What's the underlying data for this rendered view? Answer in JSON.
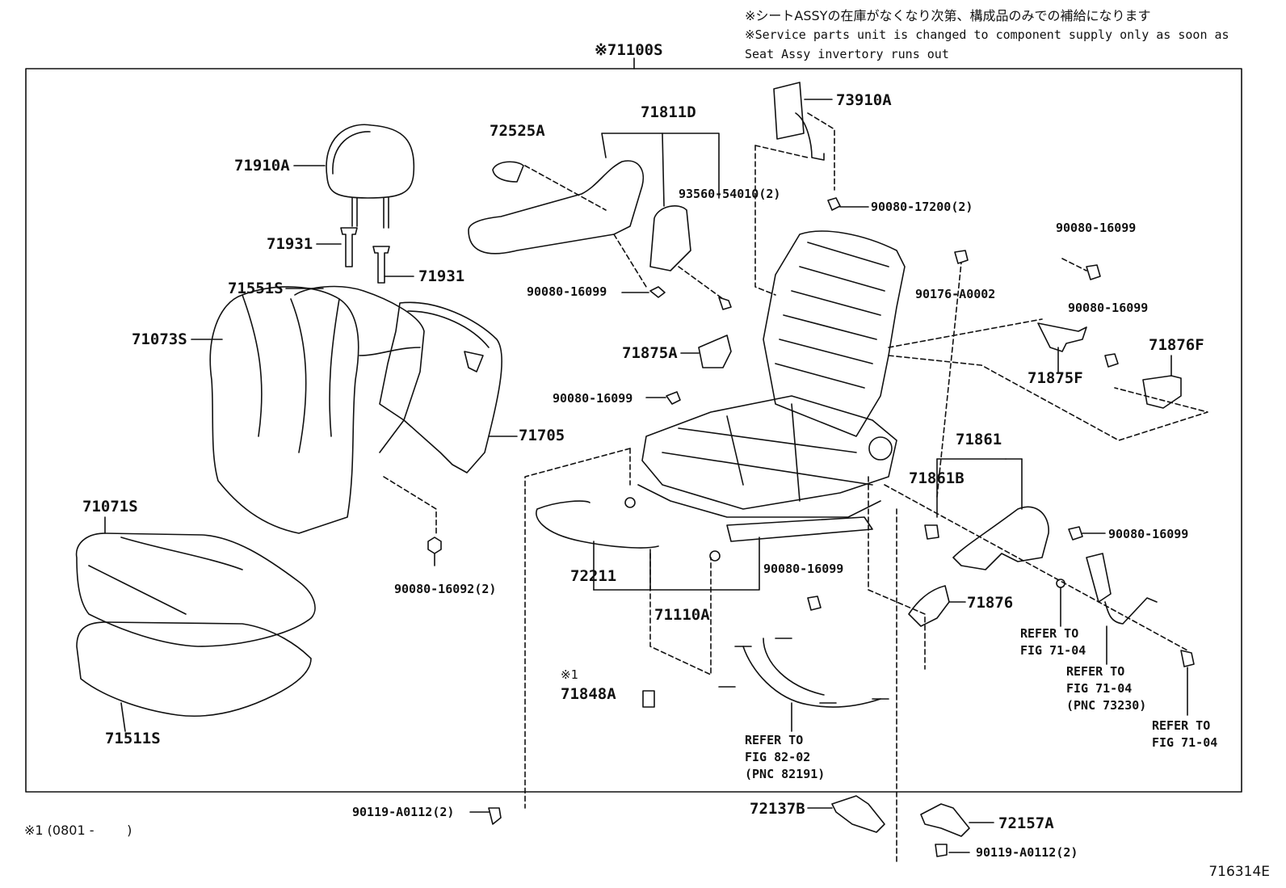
{
  "notes": {
    "jp": "※シートASSYの在庫がなくなり次第、構成品のみでの補給になります",
    "en_line1": "※Service parts unit is changed to component supply only as soon as",
    "en_line2": "Seat Assy invertory runs out"
  },
  "assembly_label": "※71100S",
  "parts": {
    "p71910A": "71910A",
    "p71931a": "71931",
    "p71931b": "71931",
    "p71551S": "71551S",
    "p71073S": "71073S",
    "p71705": "71705",
    "p71071S": "71071S",
    "p71511S": "71511S",
    "p72525A": "72525A",
    "p71811D": "71811D",
    "p93560": "93560-54010(2)",
    "p90080_16099_a": "90080-16099",
    "p73910A": "73910A",
    "p90080_17200": "90080-17200(2)",
    "p90176": "90176-A0002",
    "p90080_16099_b": "90080-16099",
    "p90080_16099_c": "90080-16099",
    "p71876F": "71876F",
    "p71875F": "71875F",
    "p71875A": "71875A",
    "p90080_16099_d": "90080-16099",
    "p90080_16092": "90080-16092(2)",
    "p72211": "72211",
    "p71110A": "71110A",
    "p90080_16099_e": "90080-16099",
    "p71861": "71861",
    "p71861B": "71861B",
    "p90080_16099_f": "90080-16099",
    "p71876": "71876",
    "p71848A": "71848A",
    "p90119_a": "90119-A0112(2)",
    "p72137B": "72137B",
    "p72157A": "72157A",
    "p90119_b": "90119-A0112(2)"
  },
  "star1": "※1",
  "refs": {
    "r1": "REFER TO\nFIG 71-04",
    "r2": "REFER TO\nFIG 71-04\n(PNC 73230)",
    "r3": "REFER TO\nFIG 71-04",
    "r4": "REFER TO\nFIG 82-02\n(PNC 82191)"
  },
  "footnote": "※1 (0801 -        )",
  "figure_id": "716314E"
}
